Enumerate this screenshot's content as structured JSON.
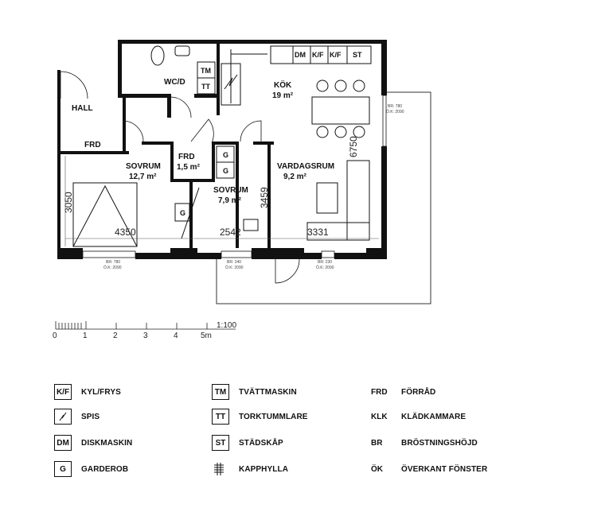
{
  "rooms": {
    "wc": "WC/D",
    "kok_name": "KÖK",
    "kok_area": "19 m²",
    "hall": "HALL",
    "frd_hall": "FRD",
    "sovrum1_name": "SOVRUM",
    "sovrum1_area": "12,7 m²",
    "frd_small_name": "FRD",
    "frd_small_area": "1,5 m²",
    "sovrum2_name": "SOVRUM",
    "sovrum2_area": "7,9 m²",
    "vardagsrum_name": "VARDAGSRUM",
    "vardagsrum_area": "9,2 m²"
  },
  "fixtures": {
    "tm": "TM",
    "tt": "TT",
    "dm": "DM",
    "kf1": "K/F",
    "kf2": "K/F",
    "st": "ST",
    "g1": "G",
    "g2": "G",
    "g3": "G"
  },
  "dimensions": {
    "d4350": "4350",
    "d2542": "2542",
    "d3331": "3331",
    "d3050": "3050",
    "d3459": "3459",
    "d6750": "6750"
  },
  "windows": {
    "w_right_br": "BR: 780",
    "w_right_ok": "Ö.K: 2090",
    "w_b1_br": "BR: 780",
    "w_b1_ok": "Ö.K: 2090",
    "w_b2_br": "BR: 240",
    "w_b2_ok": "Ö.K: 2090",
    "w_b3_br": "BR: 230",
    "w_b3_ok": "Ö.K: 2090"
  },
  "scale": {
    "ratio": "1:100",
    "ticks": [
      "0",
      "1",
      "2",
      "3",
      "4",
      "5m"
    ]
  },
  "legend": {
    "kf_code": "K/F",
    "kf_text": "KYL/FRYS",
    "spis_text": "SPIS",
    "dm_code": "DM",
    "dm_text": "DISKMASKIN",
    "g_code": "G",
    "g_text": "GARDEROB",
    "tm_code": "TM",
    "tm_text": "TVÄTTMASKIN",
    "tt_code": "TT",
    "tt_text": "TORKTUMMLARE",
    "st_code": "ST",
    "st_text": "STÄDSKÅP",
    "kapp_text": "KAPPHYLLA",
    "frd_code": "FRD",
    "frd_text": "FÖRRÅD",
    "klk_code": "KLK",
    "klk_text": "KLÄDKAMMARE",
    "br_code": "BR",
    "br_text": "BRÖSTNINGSHÖJD",
    "ok_code": "ÖK",
    "ok_text": "ÖVERKANT FÖNSTER"
  }
}
